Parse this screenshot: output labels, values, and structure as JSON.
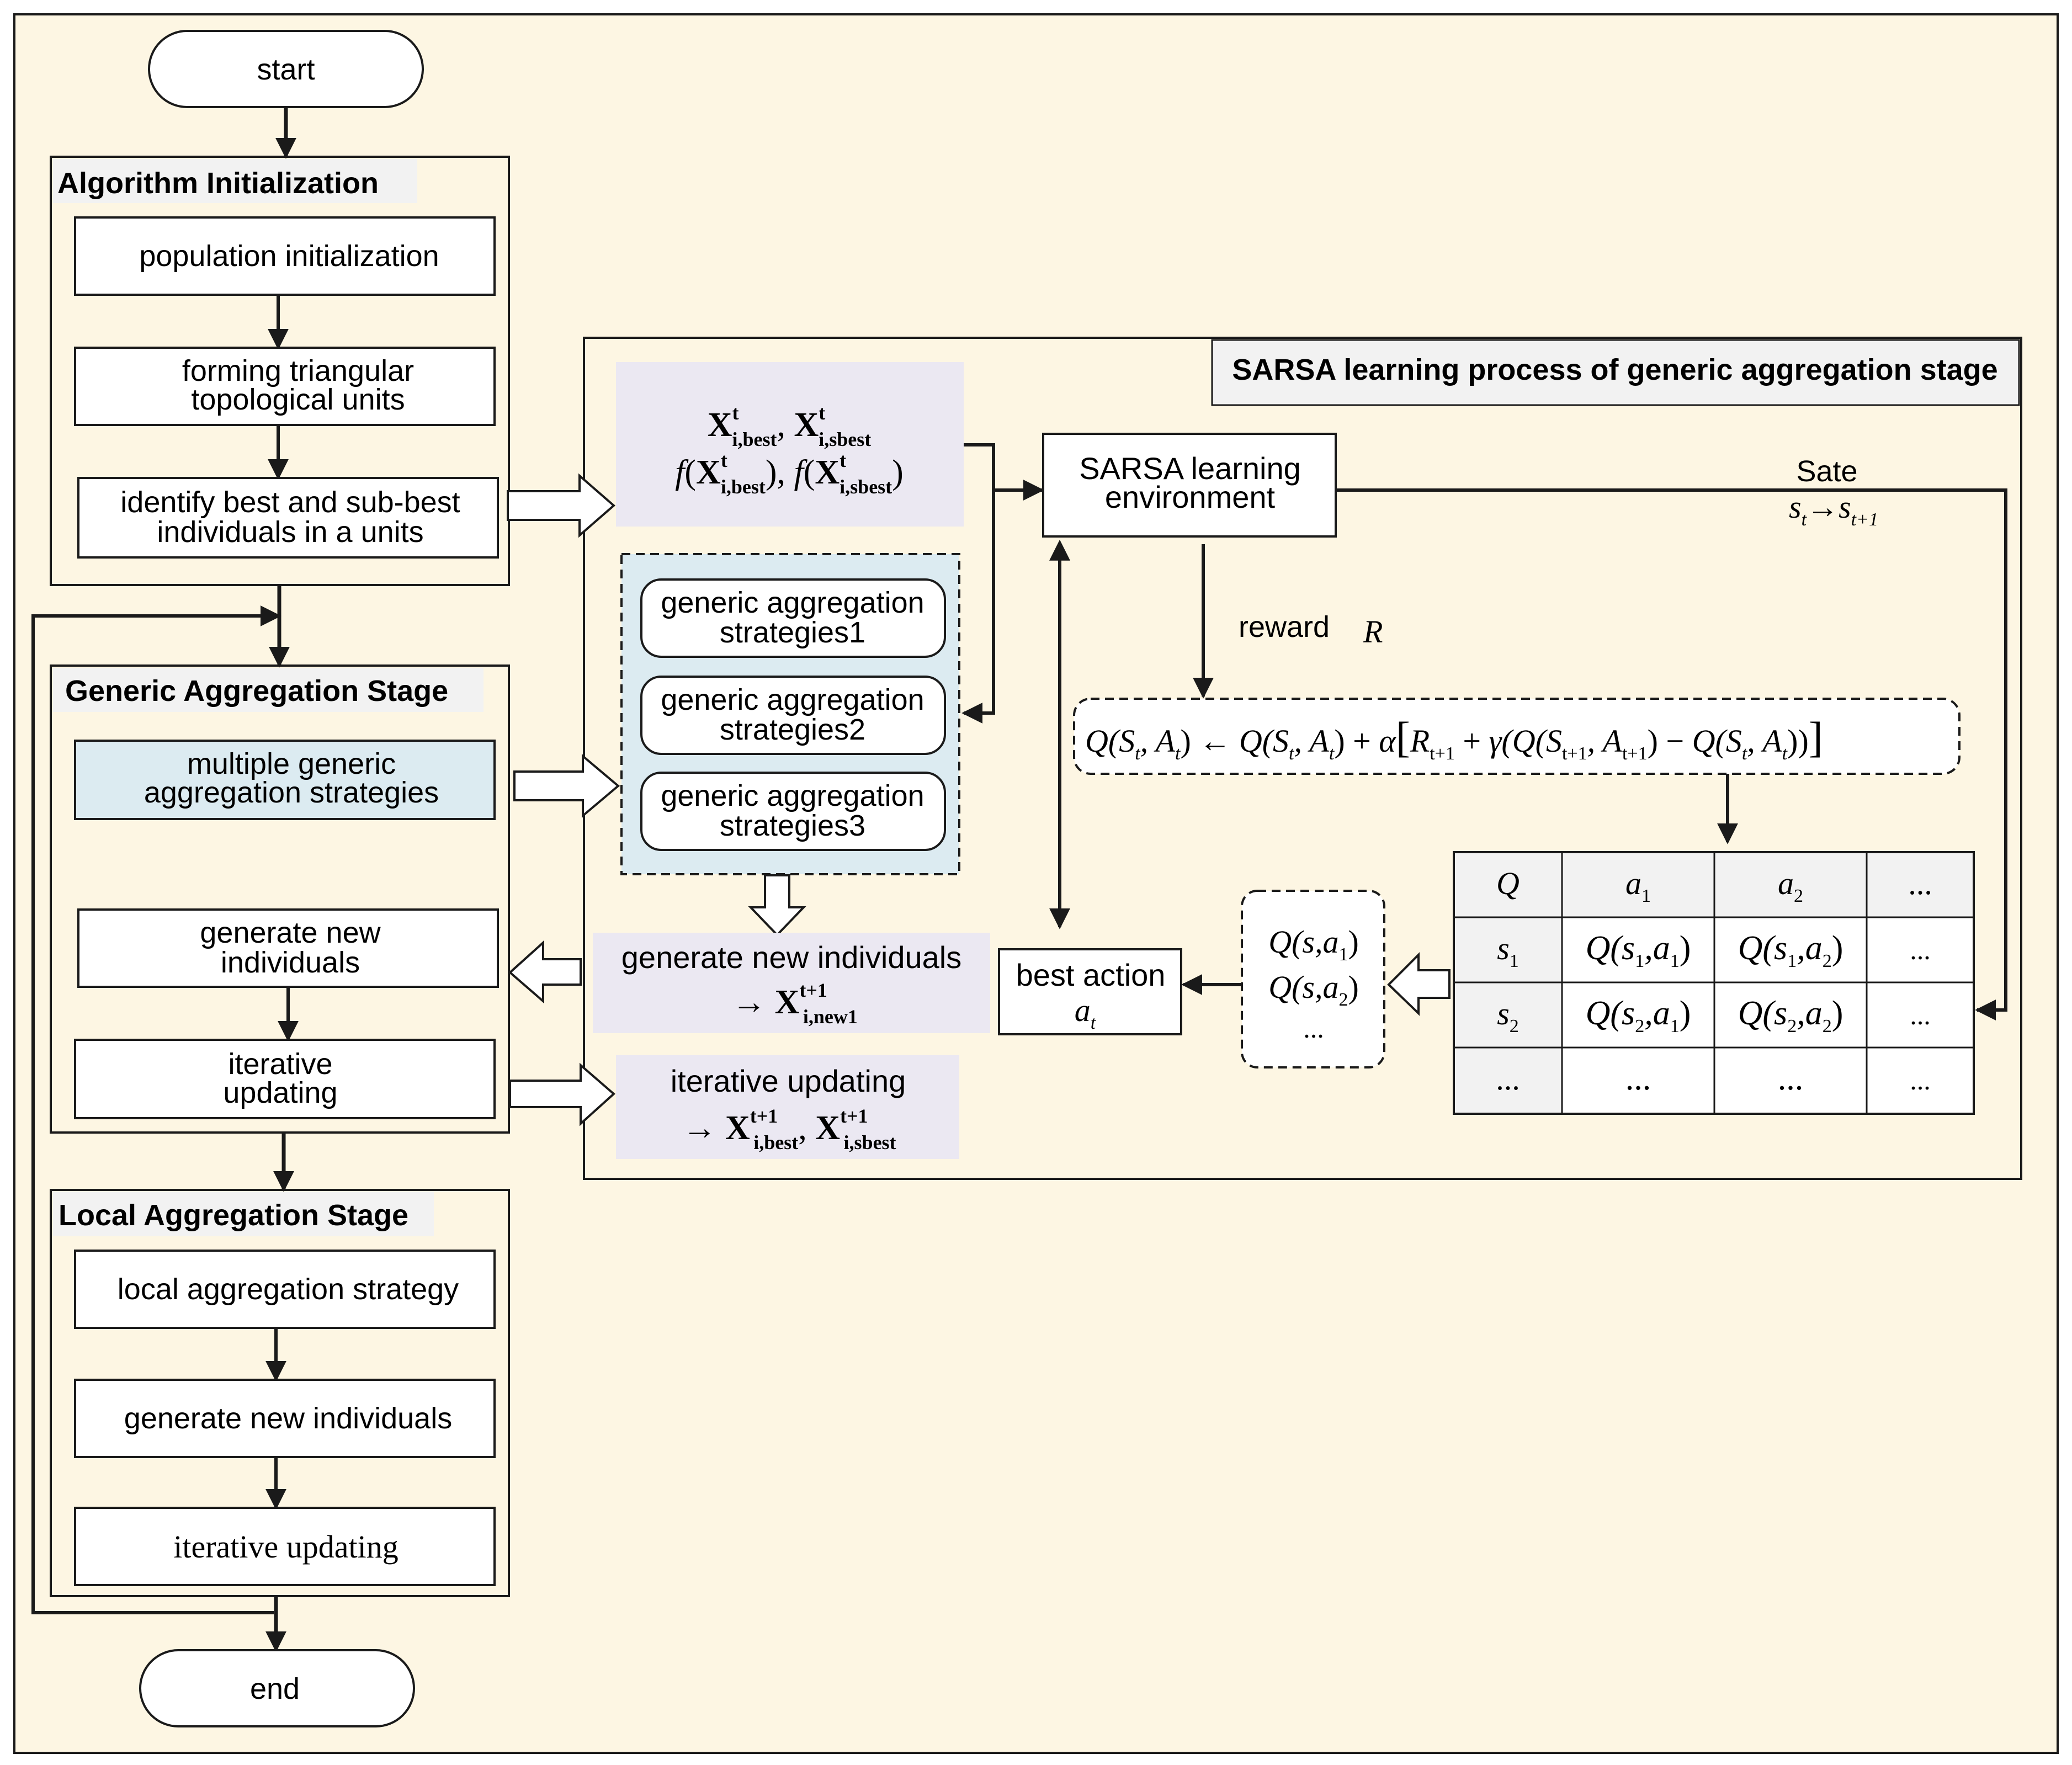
{
  "colors": {
    "background": "#fdf6e3",
    "stroke": "#1a1a1a",
    "light_blue": "#dcebf1",
    "lavender": "#ebe8f2",
    "title_bg": "#f2f2f2",
    "box_fill": "#ffffff",
    "arrow_fill": "#ffffff"
  },
  "flow": {
    "start": "start",
    "end": "end",
    "init": {
      "title": "Algorithm Initialization",
      "step1": "population initialization",
      "step2_l1": "forming triangular",
      "step2_l2": "topological units",
      "step3_l1": "identify best and sub-best",
      "step3_l2": "individuals in a units"
    },
    "generic": {
      "title": "Generic Aggregation Stage",
      "step1_l1": "multiple generic",
      "step1_l2": "aggregation strategies",
      "step2_l1": "generate new",
      "step2_l2": "individuals",
      "step3_l1": "iterative",
      "step3_l2": "updating"
    },
    "local": {
      "title": "Local Aggregation Stage",
      "step1": "local aggregation strategy",
      "step2": "generate new individuals",
      "step3": "iterative updating"
    }
  },
  "sarsa": {
    "title": "SARSA learning process of generic aggregation stage",
    "env_l1": "SARSA learning",
    "env_l2": "environment",
    "state_label": "Sate",
    "state_s": "s",
    "state_sub_t": "t",
    "state_arrow": "→",
    "state_sub_t1": "t+1",
    "reward_label": "reward",
    "reward_symbol": "R",
    "best_action_l1": "best action",
    "best_action_sym": "a",
    "best_action_sub": "t",
    "strategies": [
      {
        "l1": "generic aggregation",
        "l2": "strategies1"
      },
      {
        "l1": "generic aggregation",
        "l2": "strategies2"
      },
      {
        "l1": "generic aggregation",
        "l2": "strategies3"
      }
    ],
    "generate_label": "generate new individuals",
    "iterative_label": "iterative updating",
    "q_list": {
      "q1": "Q(s,a",
      "q1_sub": "1",
      "q2": "Q(s,a",
      "q2_sub": "2",
      "dots": "..."
    },
    "q_table": {
      "header": [
        "Q",
        "a",
        "a",
        "..."
      ],
      "header_subs": [
        "",
        "1",
        "2",
        ""
      ],
      "rows": [
        {
          "state": "s",
          "sub": "1",
          "c1": "Q(s",
          "c1s": "1",
          "c1b": ",a",
          "c1bs": "1",
          "c2": "Q(s",
          "c2s": "1",
          "c2b": ",a",
          "c2bs": "2",
          "c3": "..."
        },
        {
          "state": "s",
          "sub": "2",
          "c1": "Q(s",
          "c1s": "2",
          "c1b": ",a",
          "c1bs": "1",
          "c2": "Q(s",
          "c2s": "2",
          "c2b": ",a",
          "c2bs": "2",
          "c3": "..."
        },
        {
          "state": "...",
          "sub": "",
          "c1": "...",
          "c2": "...",
          "c3": "..."
        }
      ]
    }
  }
}
